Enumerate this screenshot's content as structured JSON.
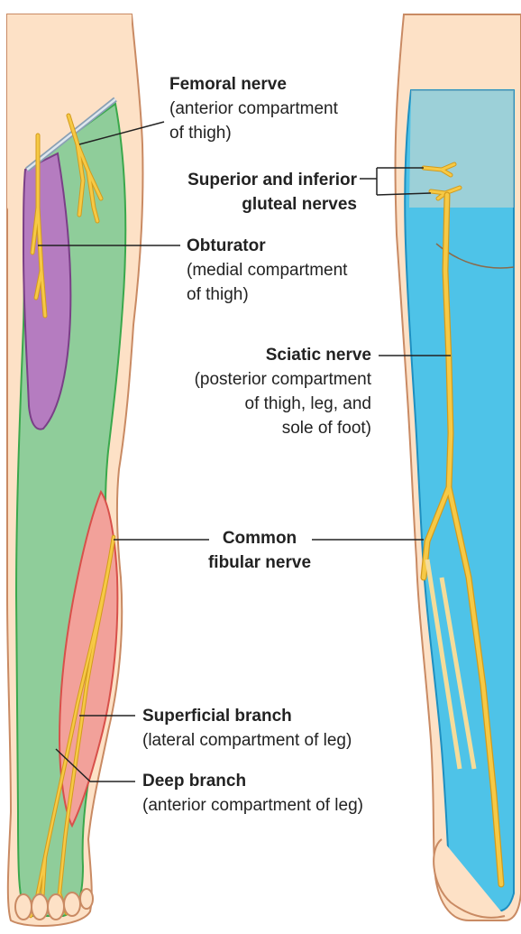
{
  "labels": {
    "femoral": {
      "name": "Femoral nerve",
      "desc": [
        "(anterior compartment",
        "of thigh)"
      ]
    },
    "gluteal": {
      "name": [
        "Superior and inferior",
        "gluteal nerves"
      ]
    },
    "obturator": {
      "name": "Obturator",
      "desc": [
        "(medial compartment",
        "of thigh)"
      ]
    },
    "sciatic": {
      "name": "Sciatic nerve",
      "desc": [
        "(posterior compartment",
        "of thigh, leg, and",
        "sole of foot)"
      ]
    },
    "common_fibular": {
      "name": [
        "Common",
        "fibular nerve"
      ]
    },
    "superficial": {
      "name": "Superficial branch",
      "desc": [
        "(lateral compartment of leg)"
      ]
    },
    "deep": {
      "name": "Deep branch",
      "desc": [
        "(anterior compartment of leg)"
      ]
    }
  },
  "colors": {
    "skin": "#fde1c6",
    "skin_outline": "#c98a63",
    "anterior_compartment": "#8fcd9a",
    "medial_compartment": "#b57cc0",
    "lateral_compartment": "#f2a19a",
    "posterior_compartment": "#4ec3e8",
    "nerve": "#f6c945",
    "nerve_outline": "#d39b1c",
    "leader": "#222222"
  }
}
